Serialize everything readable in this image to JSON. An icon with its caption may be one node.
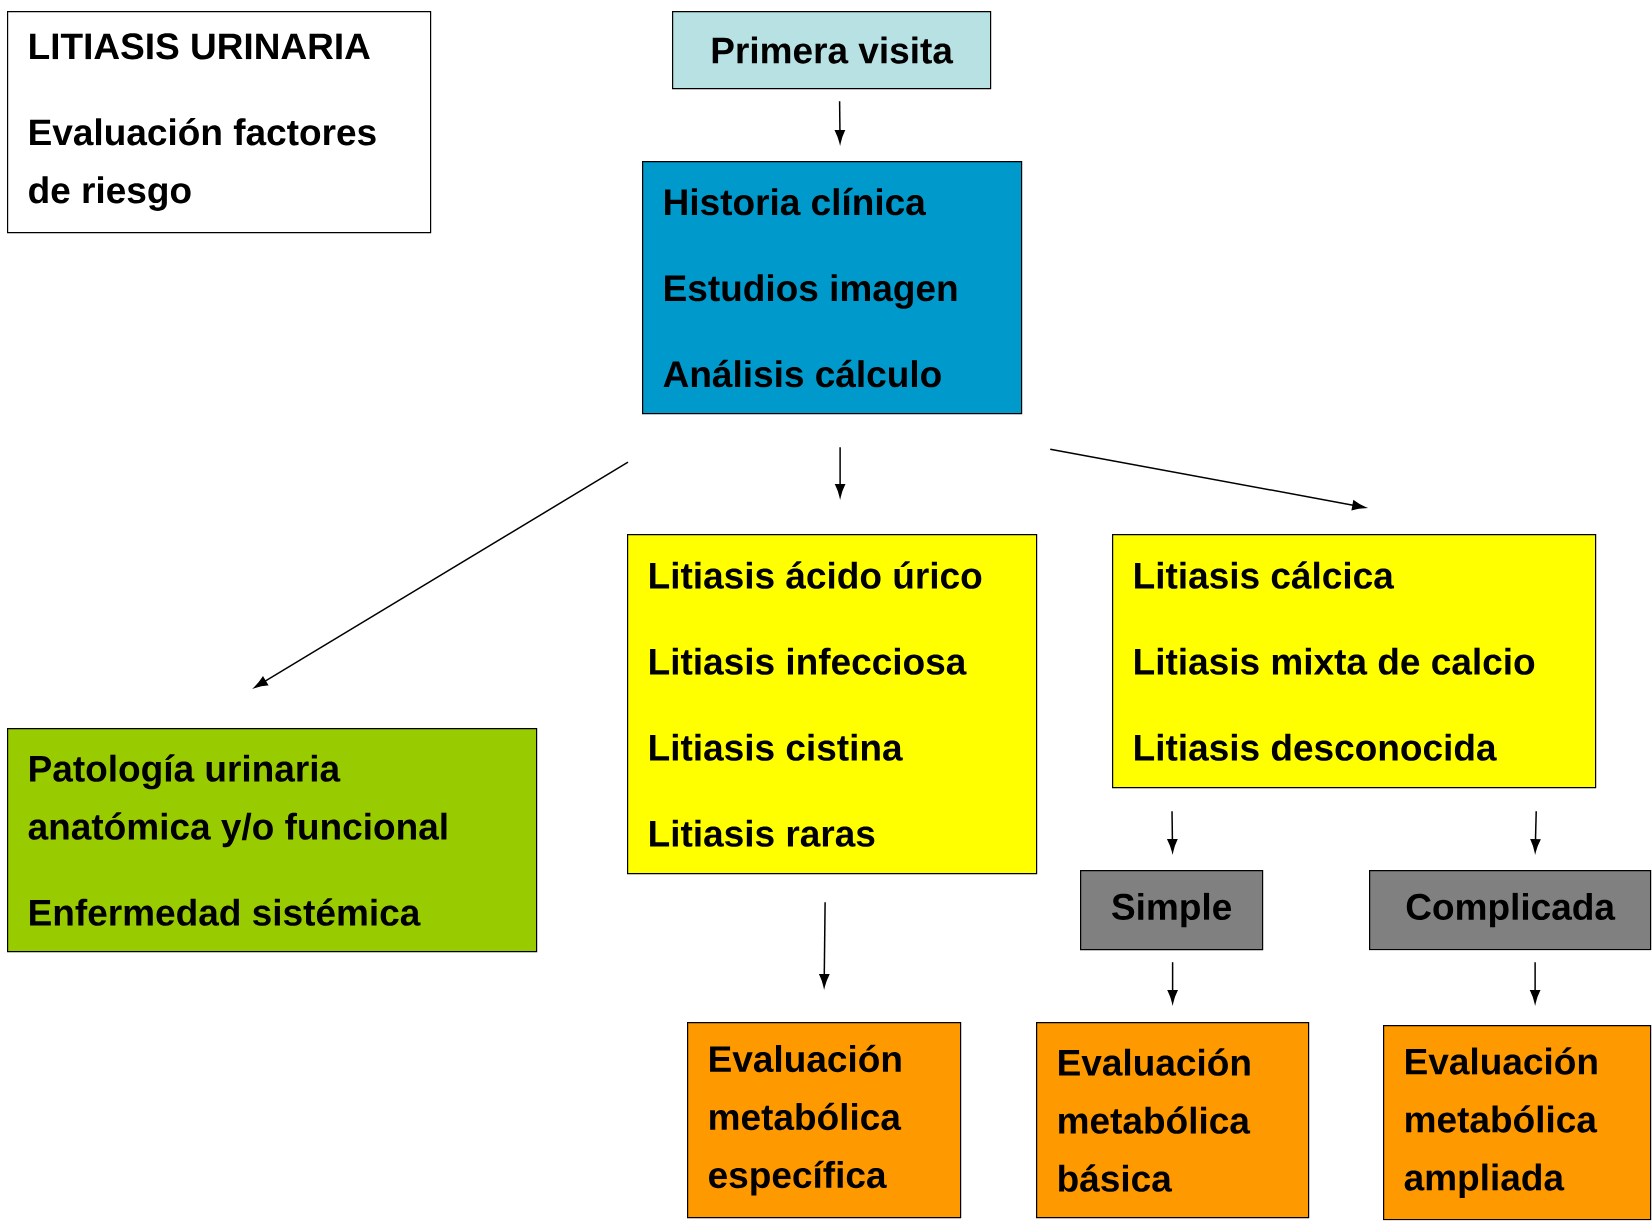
{
  "diagram": {
    "nodes": [
      {
        "text": [
          "LITIASIS URINARIA",
          "Evaluación factores de riesgo"
        ]
      },
      {
        "text": [
          "Primera visita"
        ]
      },
      {
        "text": [
          "Historia clínica",
          "Estudios imagen",
          "Análisis cálculo"
        ]
      },
      {
        "text": [
          "Patología urinaria anatómica y/o funcional",
          "Enfermedad sistémica"
        ]
      },
      {
        "text": [
          "Litiasis ácido úrico",
          "Litiasis infecciosa",
          "Litiasis cistina",
          "Litiasis raras"
        ]
      },
      {
        "text": [
          "Litiasis cálcica",
          "Litiasis mixta de calcio",
          "Litiasis desconocida"
        ]
      },
      {
        "text": [
          "Simple"
        ]
      },
      {
        "text": [
          "Complicada"
        ]
      },
      {
        "text": [
          "Evaluación metabólica específica"
        ]
      },
      {
        "text": [
          "Evaluación metabólica básica"
        ]
      },
      {
        "text": [
          "Evaluación metabólica ampliada"
        ]
      }
    ],
    "edges": [
      {
        "from": 1,
        "to": 2,
        "arrow": "to"
      },
      {
        "from": 2,
        "to": 3,
        "arrow": "to"
      },
      {
        "from": 2,
        "to": 4,
        "arrow": "to"
      },
      {
        "from": 2,
        "to": 5,
        "arrow": "to"
      },
      {
        "from": 4,
        "to": 8,
        "arrow": "to"
      },
      {
        "from": 5,
        "to": 6,
        "arrow": "to"
      },
      {
        "from": 5,
        "to": 7,
        "arrow": "to"
      },
      {
        "from": 6,
        "to": 9,
        "arrow": "to"
      },
      {
        "from": 7,
        "to": 10,
        "arrow": "to"
      }
    ]
  }
}
